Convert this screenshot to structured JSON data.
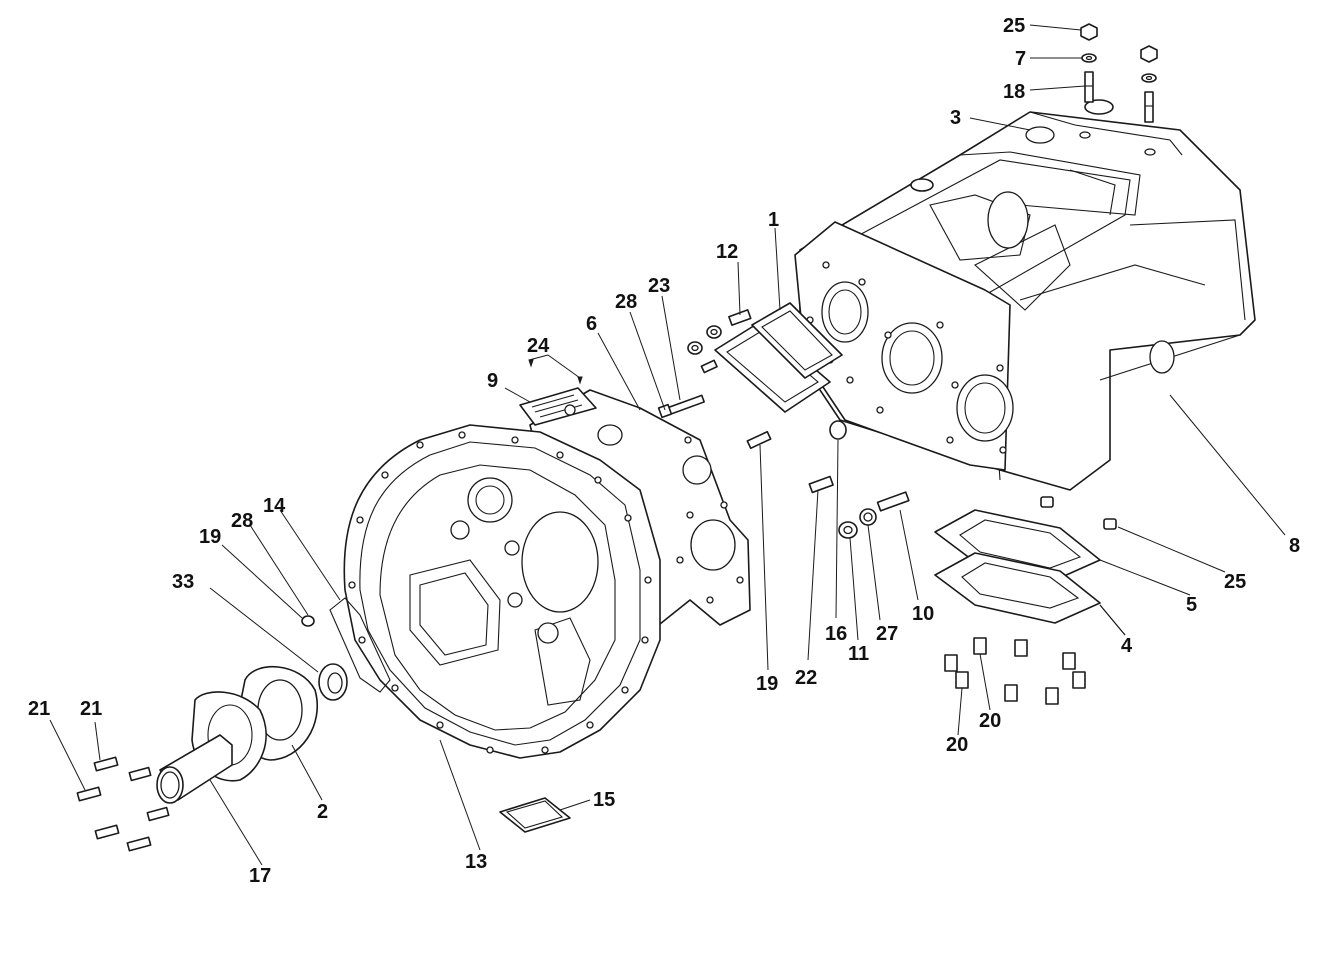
{
  "callouts": [
    {
      "id": "c1",
      "text": "1"
    },
    {
      "id": "c2",
      "text": "2"
    },
    {
      "id": "c3",
      "text": "3"
    },
    {
      "id": "c4",
      "text": "4"
    },
    {
      "id": "c5",
      "text": "5"
    },
    {
      "id": "c6",
      "text": "6"
    },
    {
      "id": "c7",
      "text": "7"
    },
    {
      "id": "c8",
      "text": "8"
    },
    {
      "id": "c9",
      "text": "9"
    },
    {
      "id": "c10",
      "text": "10"
    },
    {
      "id": "c11",
      "text": "11"
    },
    {
      "id": "c12",
      "text": "12"
    },
    {
      "id": "c13",
      "text": "13"
    },
    {
      "id": "c14",
      "text": "14"
    },
    {
      "id": "c15",
      "text": "15"
    },
    {
      "id": "c16",
      "text": "16"
    },
    {
      "id": "c17",
      "text": "17"
    },
    {
      "id": "c18",
      "text": "18"
    },
    {
      "id": "c19a",
      "text": "19"
    },
    {
      "id": "c19b",
      "text": "19"
    },
    {
      "id": "c20a",
      "text": "20"
    },
    {
      "id": "c20b",
      "text": "20"
    },
    {
      "id": "c21a",
      "text": "21"
    },
    {
      "id": "c21b",
      "text": "21"
    },
    {
      "id": "c22",
      "text": "22"
    },
    {
      "id": "c23",
      "text": "23"
    },
    {
      "id": "c24",
      "text": "24"
    },
    {
      "id": "c25a",
      "text": "25"
    },
    {
      "id": "c25b",
      "text": "25"
    },
    {
      "id": "c27",
      "text": "27"
    },
    {
      "id": "c28a",
      "text": "28"
    },
    {
      "id": "c28b",
      "text": "28"
    },
    {
      "id": "c33",
      "text": "33"
    }
  ]
}
